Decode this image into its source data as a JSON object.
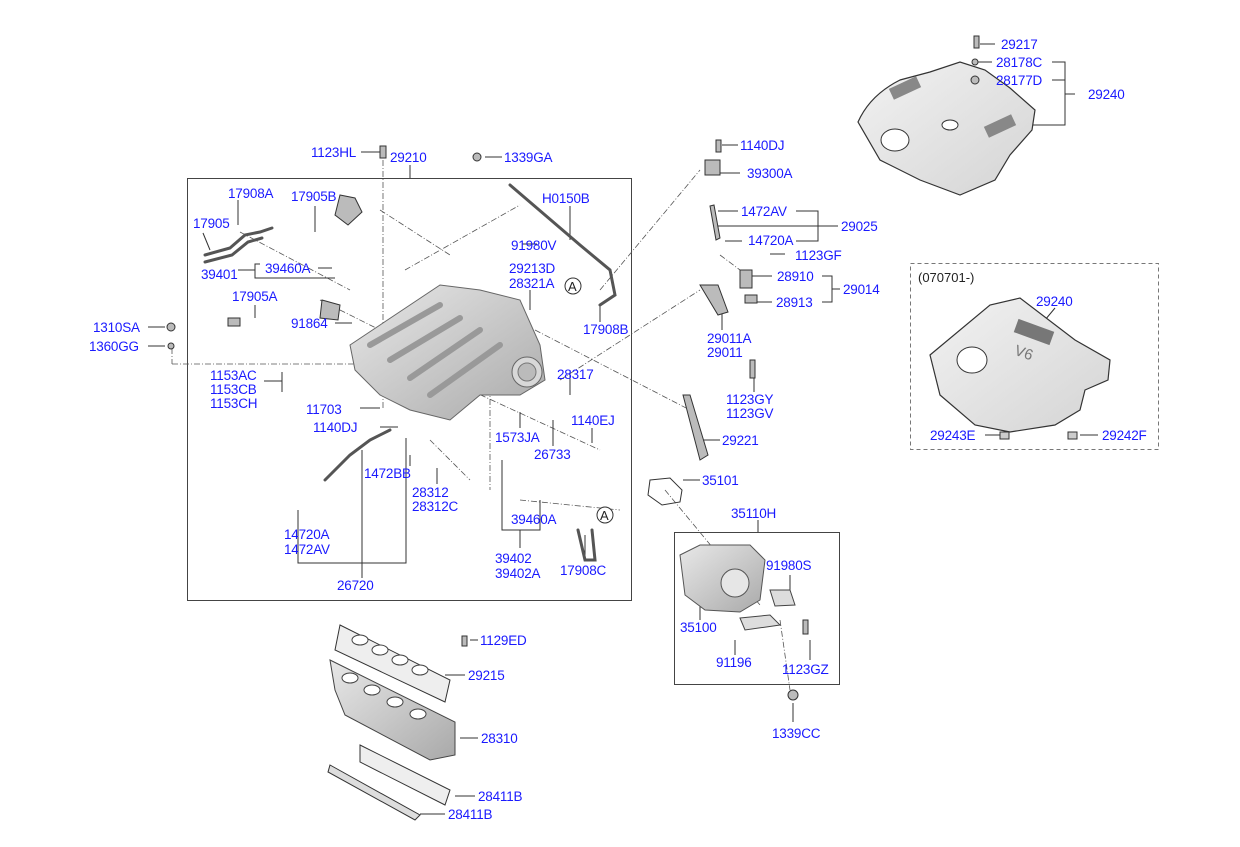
{
  "diagram": {
    "title": "Intake Manifold / Engine Cover parts diagram",
    "label_color": "#1a1aff",
    "line_color": "#333333",
    "variant_note": "(070701-)",
    "callout_marker": "A",
    "parts": [
      {
        "id": "p1123HL",
        "code": "1123HL"
      },
      {
        "id": "p29210",
        "code": "29210"
      },
      {
        "id": "p1339GA",
        "code": "1339GA"
      },
      {
        "id": "p17908A",
        "code": "17908A"
      },
      {
        "id": "p17905B",
        "code": "17905B"
      },
      {
        "id": "p17905",
        "code": "17905"
      },
      {
        "id": "p39401",
        "code": "39401"
      },
      {
        "id": "p39460A_1",
        "code": "39460A"
      },
      {
        "id": "p17905A",
        "code": "17905A"
      },
      {
        "id": "p91864",
        "code": "91864"
      },
      {
        "id": "pH0150B",
        "code": "H0150B"
      },
      {
        "id": "p91980V",
        "code": "91980V"
      },
      {
        "id": "p29213D",
        "code": "29213D"
      },
      {
        "id": "p28321A",
        "code": "28321A"
      },
      {
        "id": "p17908B",
        "code": "17908B"
      },
      {
        "id": "p1310SA",
        "code": "1310SA"
      },
      {
        "id": "p1360GG",
        "code": "1360GG"
      },
      {
        "id": "p1153AC",
        "code": "1153AC"
      },
      {
        "id": "p1153CB",
        "code": "1153CB"
      },
      {
        "id": "p1153CH",
        "code": "1153CH"
      },
      {
        "id": "p11703",
        "code": "11703"
      },
      {
        "id": "p28317",
        "code": "28317"
      },
      {
        "id": "p1140DJ_1",
        "code": "1140DJ"
      },
      {
        "id": "p1573JA",
        "code": "1573JA"
      },
      {
        "id": "p1140EJ",
        "code": "1140EJ"
      },
      {
        "id": "p26733",
        "code": "26733"
      },
      {
        "id": "p1472BB",
        "code": "1472BB"
      },
      {
        "id": "p28312",
        "code": "28312"
      },
      {
        "id": "p28312C",
        "code": "28312C"
      },
      {
        "id": "p14720A_1",
        "code": "14720A"
      },
      {
        "id": "p1472AV_1",
        "code": "1472AV"
      },
      {
        "id": "p26720",
        "code": "26720"
      },
      {
        "id": "p39460A_2",
        "code": "39460A"
      },
      {
        "id": "p39402",
        "code": "39402"
      },
      {
        "id": "p39402A",
        "code": "39402A"
      },
      {
        "id": "p17908C",
        "code": "17908C"
      },
      {
        "id": "p1140DJ_2",
        "code": "1140DJ"
      },
      {
        "id": "p39300A",
        "code": "39300A"
      },
      {
        "id": "p1472AV_2",
        "code": "1472AV"
      },
      {
        "id": "p14720A_2",
        "code": "14720A"
      },
      {
        "id": "p29025",
        "code": "29025"
      },
      {
        "id": "p1123GF",
        "code": "1123GF"
      },
      {
        "id": "p28910",
        "code": "28910"
      },
      {
        "id": "p28913",
        "code": "28913"
      },
      {
        "id": "p29014",
        "code": "29014"
      },
      {
        "id": "p29011A",
        "code": "29011A"
      },
      {
        "id": "p29011",
        "code": "29011"
      },
      {
        "id": "p1123GY",
        "code": "1123GY"
      },
      {
        "id": "p1123GV",
        "code": "1123GV"
      },
      {
        "id": "p29221",
        "code": "29221"
      },
      {
        "id": "p35101",
        "code": "35101"
      },
      {
        "id": "p35110H",
        "code": "35110H"
      },
      {
        "id": "p91980S",
        "code": "91980S"
      },
      {
        "id": "p35100",
        "code": "35100"
      },
      {
        "id": "p91196",
        "code": "91196"
      },
      {
        "id": "p1123GZ",
        "code": "1123GZ"
      },
      {
        "id": "p1339CC",
        "code": "1339CC"
      },
      {
        "id": "p1129ED",
        "code": "1129ED"
      },
      {
        "id": "p29215",
        "code": "29215"
      },
      {
        "id": "p28310",
        "code": "28310"
      },
      {
        "id": "p28411B_1",
        "code": "28411B"
      },
      {
        "id": "p28411B_2",
        "code": "28411B"
      },
      {
        "id": "p29217",
        "code": "29217"
      },
      {
        "id": "p28178C",
        "code": "28178C"
      },
      {
        "id": "p28177D",
        "code": "28177D"
      },
      {
        "id": "p29240_1",
        "code": "29240"
      },
      {
        "id": "p29240_2",
        "code": "29240"
      },
      {
        "id": "p29243E",
        "code": "29243E"
      },
      {
        "id": "p29242F",
        "code": "29242F"
      }
    ]
  }
}
